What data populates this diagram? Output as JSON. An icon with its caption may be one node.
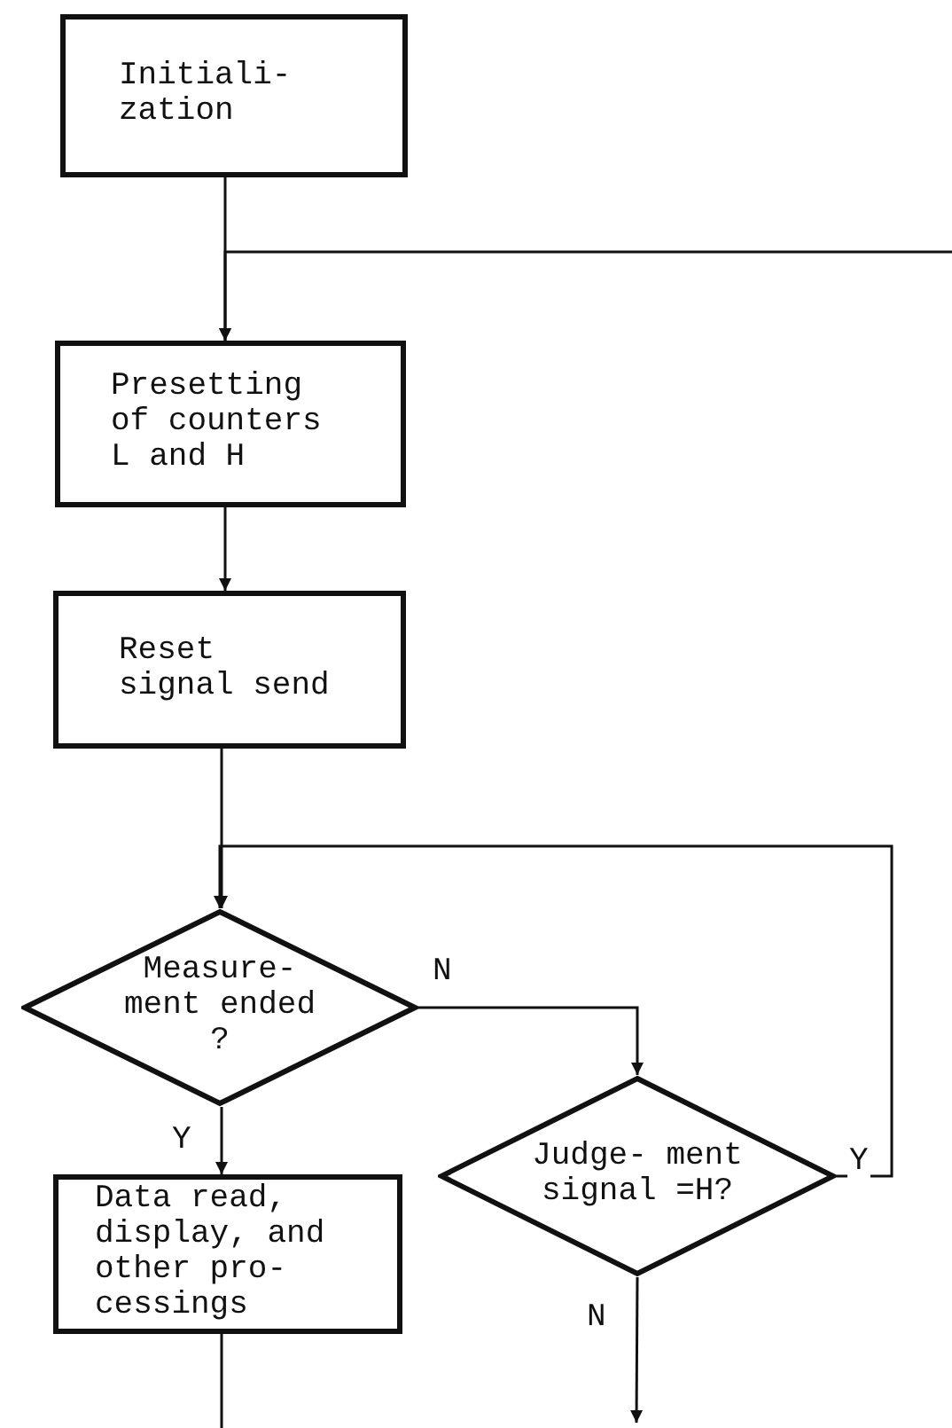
{
  "diagram": {
    "nodes": [
      {
        "text": [
          "Initiali- zation"
        ]
      },
      {
        "text": [
          "Presetting of counters L and H"
        ]
      },
      {
        "text": [
          "Reset signal send"
        ]
      },
      {
        "text": [
          "Measure- ment ended ?"
        ]
      },
      {
        "text": [
          "Data read, display, and other pro- cessings"
        ]
      },
      {
        "text": [
          "Judge- ment signal =H?"
        ]
      }
    ],
    "edges": [
      {
        "from": 0,
        "to": 1,
        "arrow": "to"
      },
      {
        "from": null,
        "to": 1,
        "arrow": "to"
      },
      {
        "from": 1,
        "to": 2,
        "arrow": "to"
      },
      {
        "from": 2,
        "to": 3,
        "arrow": "to"
      },
      {
        "from": 3,
        "to": 5,
        "arrow": "to",
        "label": "N"
      },
      {
        "from": 3,
        "to": 4,
        "arrow": "to",
        "label": "Y"
      },
      {
        "from": 5,
        "to": 3,
        "arrow": "to",
        "label": "Y"
      },
      {
        "from": 4,
        "to": null,
        "arrow": "none"
      },
      {
        "from": 5,
        "to": null,
        "arrow": "to",
        "label": "N"
      }
    ]
  }
}
